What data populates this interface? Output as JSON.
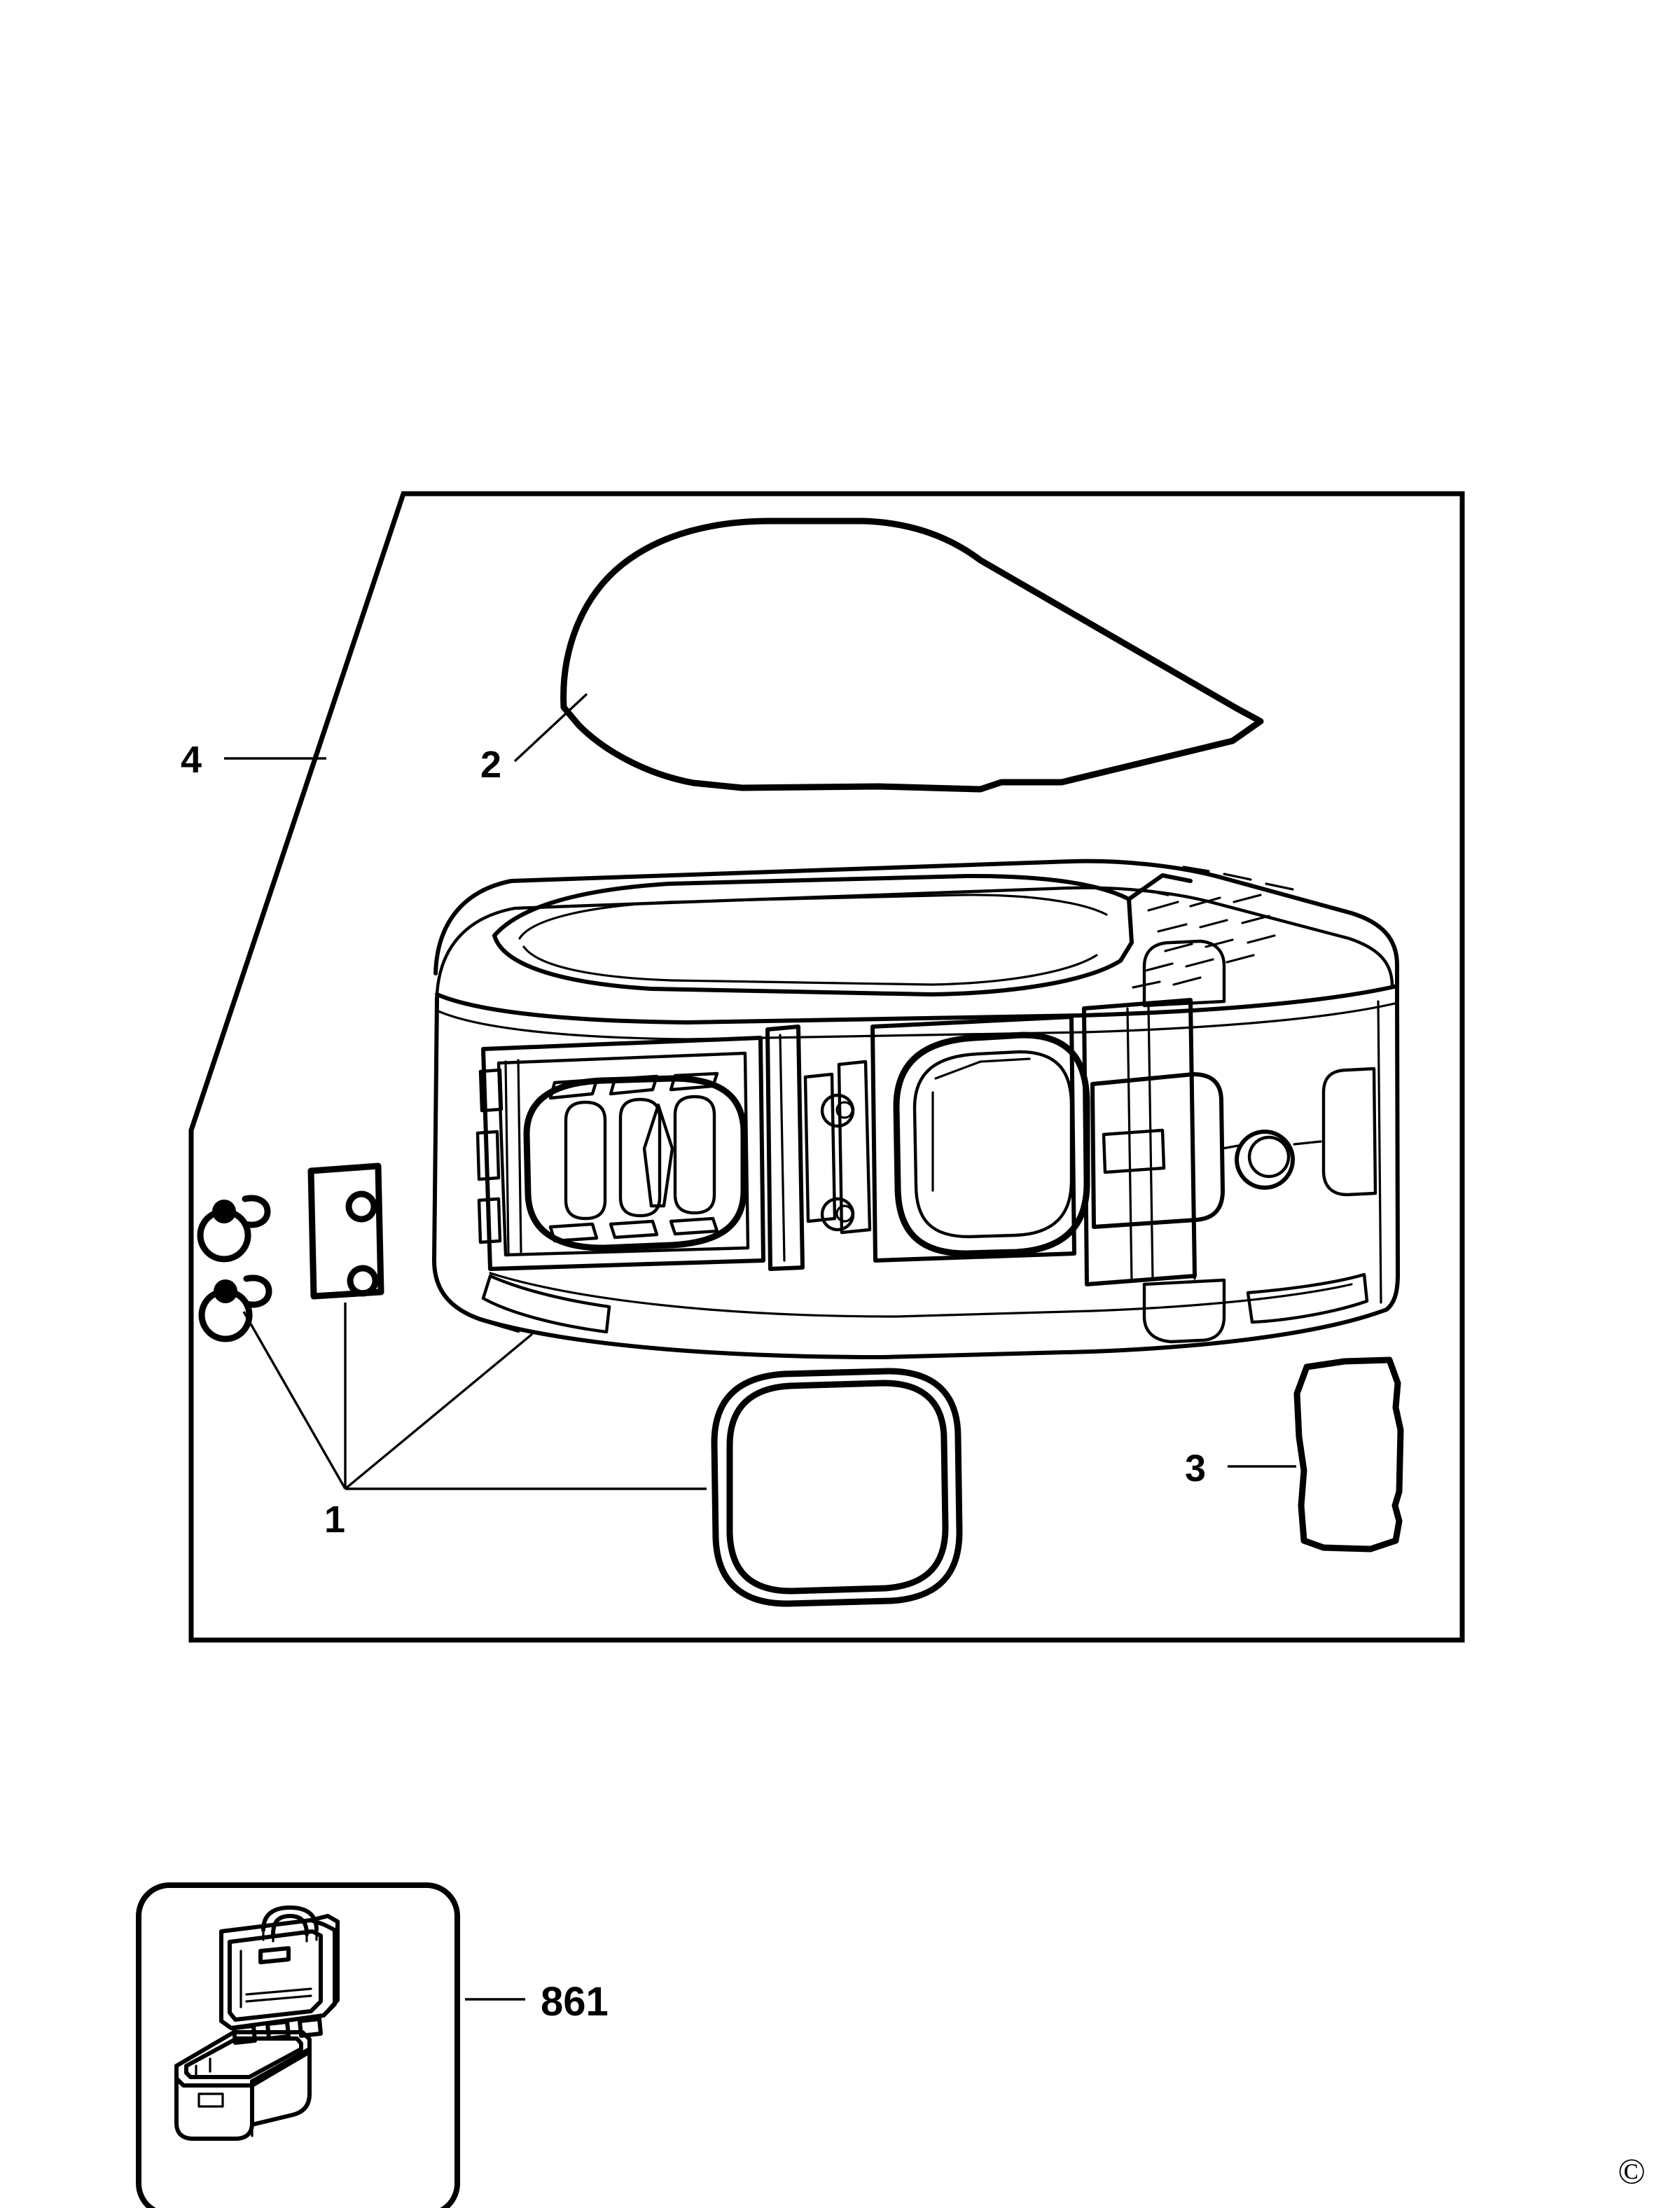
{
  "sheet": {
    "background_color": "#ffffff",
    "ink_color": "#000000",
    "copyright_mark": "©"
  },
  "main_frame": {
    "name": "exploded-view-frame",
    "description": "angled-corner rectangular border enclosing the exploded view"
  },
  "callouts": [
    {
      "id": "c4",
      "label": "4",
      "leader": "horizontal",
      "points_to": "frame-angled-edge"
    },
    {
      "id": "c2",
      "label": "2",
      "leader": "diagonal",
      "points_to": "foam-pad-upper"
    },
    {
      "id": "c1",
      "label": "1",
      "leader": "multi-branch",
      "points_to": "screws-hinge-plate-case-gasket"
    },
    {
      "id": "c3",
      "label": "3",
      "leader": "horizontal",
      "points_to": "foam-insert-right"
    }
  ],
  "parts": [
    {
      "ref": "1",
      "name": "screw-upper",
      "kind": "fastener"
    },
    {
      "ref": "1",
      "name": "screw-lower",
      "kind": "fastener"
    },
    {
      "ref": "1",
      "name": "hinge-plate",
      "kind": "bracket"
    },
    {
      "ref": "1",
      "name": "gasket-seal-ring",
      "kind": "seal"
    },
    {
      "ref": "2",
      "name": "foam-pad-upper",
      "kind": "foam-padding"
    },
    {
      "ref": "3",
      "name": "foam-insert-right",
      "kind": "foam-padding"
    },
    {
      "ref": "4",
      "name": "tool-case-body",
      "kind": "housing-assembly"
    }
  ],
  "inset": {
    "name": "assembly-inset",
    "label": "861",
    "item": "open-tool-case",
    "leader": "horizontal"
  }
}
